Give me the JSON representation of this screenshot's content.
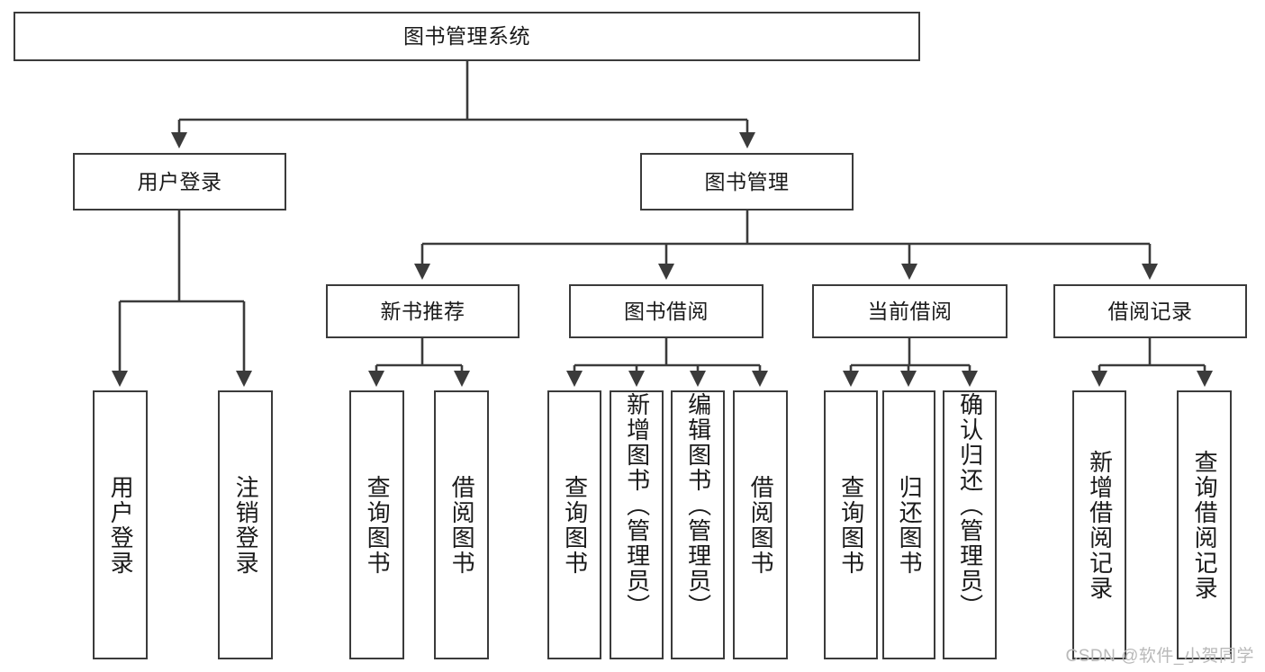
{
  "diagram": {
    "type": "tree-hierarchy",
    "title": "图书管理系统",
    "levels": 4,
    "nodes": {
      "root": {
        "label": "图书管理系统",
        "orientation": "horizontal"
      },
      "l2": [
        {
          "label": "用户登录",
          "orientation": "horizontal"
        },
        {
          "label": "图书管理",
          "orientation": "horizontal"
        }
      ],
      "l3": [
        {
          "label": "新书推荐",
          "orientation": "horizontal"
        },
        {
          "label": "图书借阅",
          "orientation": "horizontal"
        },
        {
          "label": "当前借阅",
          "orientation": "horizontal"
        },
        {
          "label": "借阅记录",
          "orientation": "horizontal"
        }
      ],
      "leaves": {
        "user_login": [
          {
            "label": "用户登录",
            "orientation": "vertical"
          },
          {
            "label": "注销登录",
            "orientation": "vertical"
          }
        ],
        "new_book_recommend": [
          {
            "label": "查询图书",
            "orientation": "vertical"
          },
          {
            "label": "借阅图书",
            "orientation": "vertical"
          }
        ],
        "book_borrow": [
          {
            "label": "查询图书",
            "orientation": "vertical"
          },
          {
            "label": "新增图书（管理员）",
            "orientation": "vertical"
          },
          {
            "label": "编辑图书（管理员）",
            "orientation": "vertical"
          },
          {
            "label": "借阅图书",
            "orientation": "vertical"
          }
        ],
        "current_borrow": [
          {
            "label": "查询图书",
            "orientation": "vertical"
          },
          {
            "label": "归还图书",
            "orientation": "vertical"
          },
          {
            "label": "确认归还（管理员）",
            "orientation": "vertical"
          }
        ],
        "borrow_records": [
          {
            "label": "新增借阅记录",
            "orientation": "vertical"
          },
          {
            "label": "查询借阅记录",
            "orientation": "vertical"
          }
        ]
      }
    },
    "colors": {
      "stroke": "#3b3b3b",
      "background": "#ffffff",
      "text": "#1a1a1a",
      "watermark": "#b9b9b9"
    }
  },
  "watermark": {
    "text": "CSDN @软件_小贺同学"
  }
}
